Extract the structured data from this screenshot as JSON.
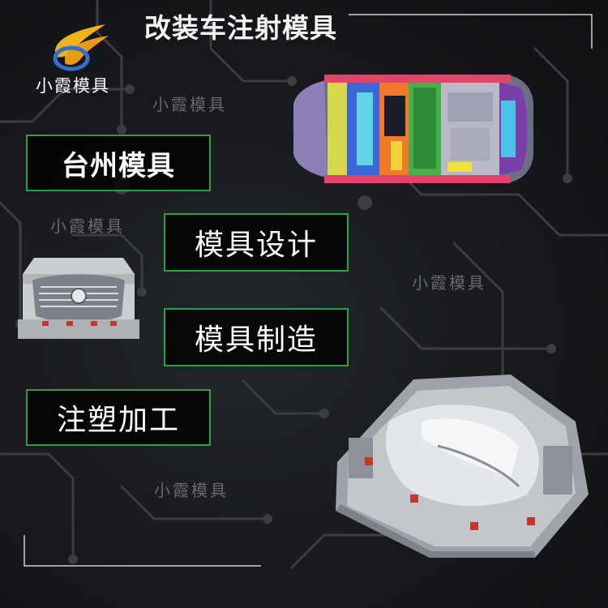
{
  "header": {
    "title": "改装车注射模具",
    "brand_name": "小霞模具"
  },
  "watermarks": [
    "小霞模具",
    "小霞模具",
    "小霞模具",
    "小霞模具"
  ],
  "service_boxes": [
    {
      "label": "台州模具"
    },
    {
      "label": "模具设计"
    },
    {
      "label": "模具制造"
    },
    {
      "label": "注塑加工"
    }
  ],
  "colors": {
    "accent_green": "#2ea043",
    "logo_blue": "#2f6fd6",
    "logo_gold": "#f2b319",
    "background": "#121416"
  },
  "icons": [
    "brand-logo-icon"
  ]
}
